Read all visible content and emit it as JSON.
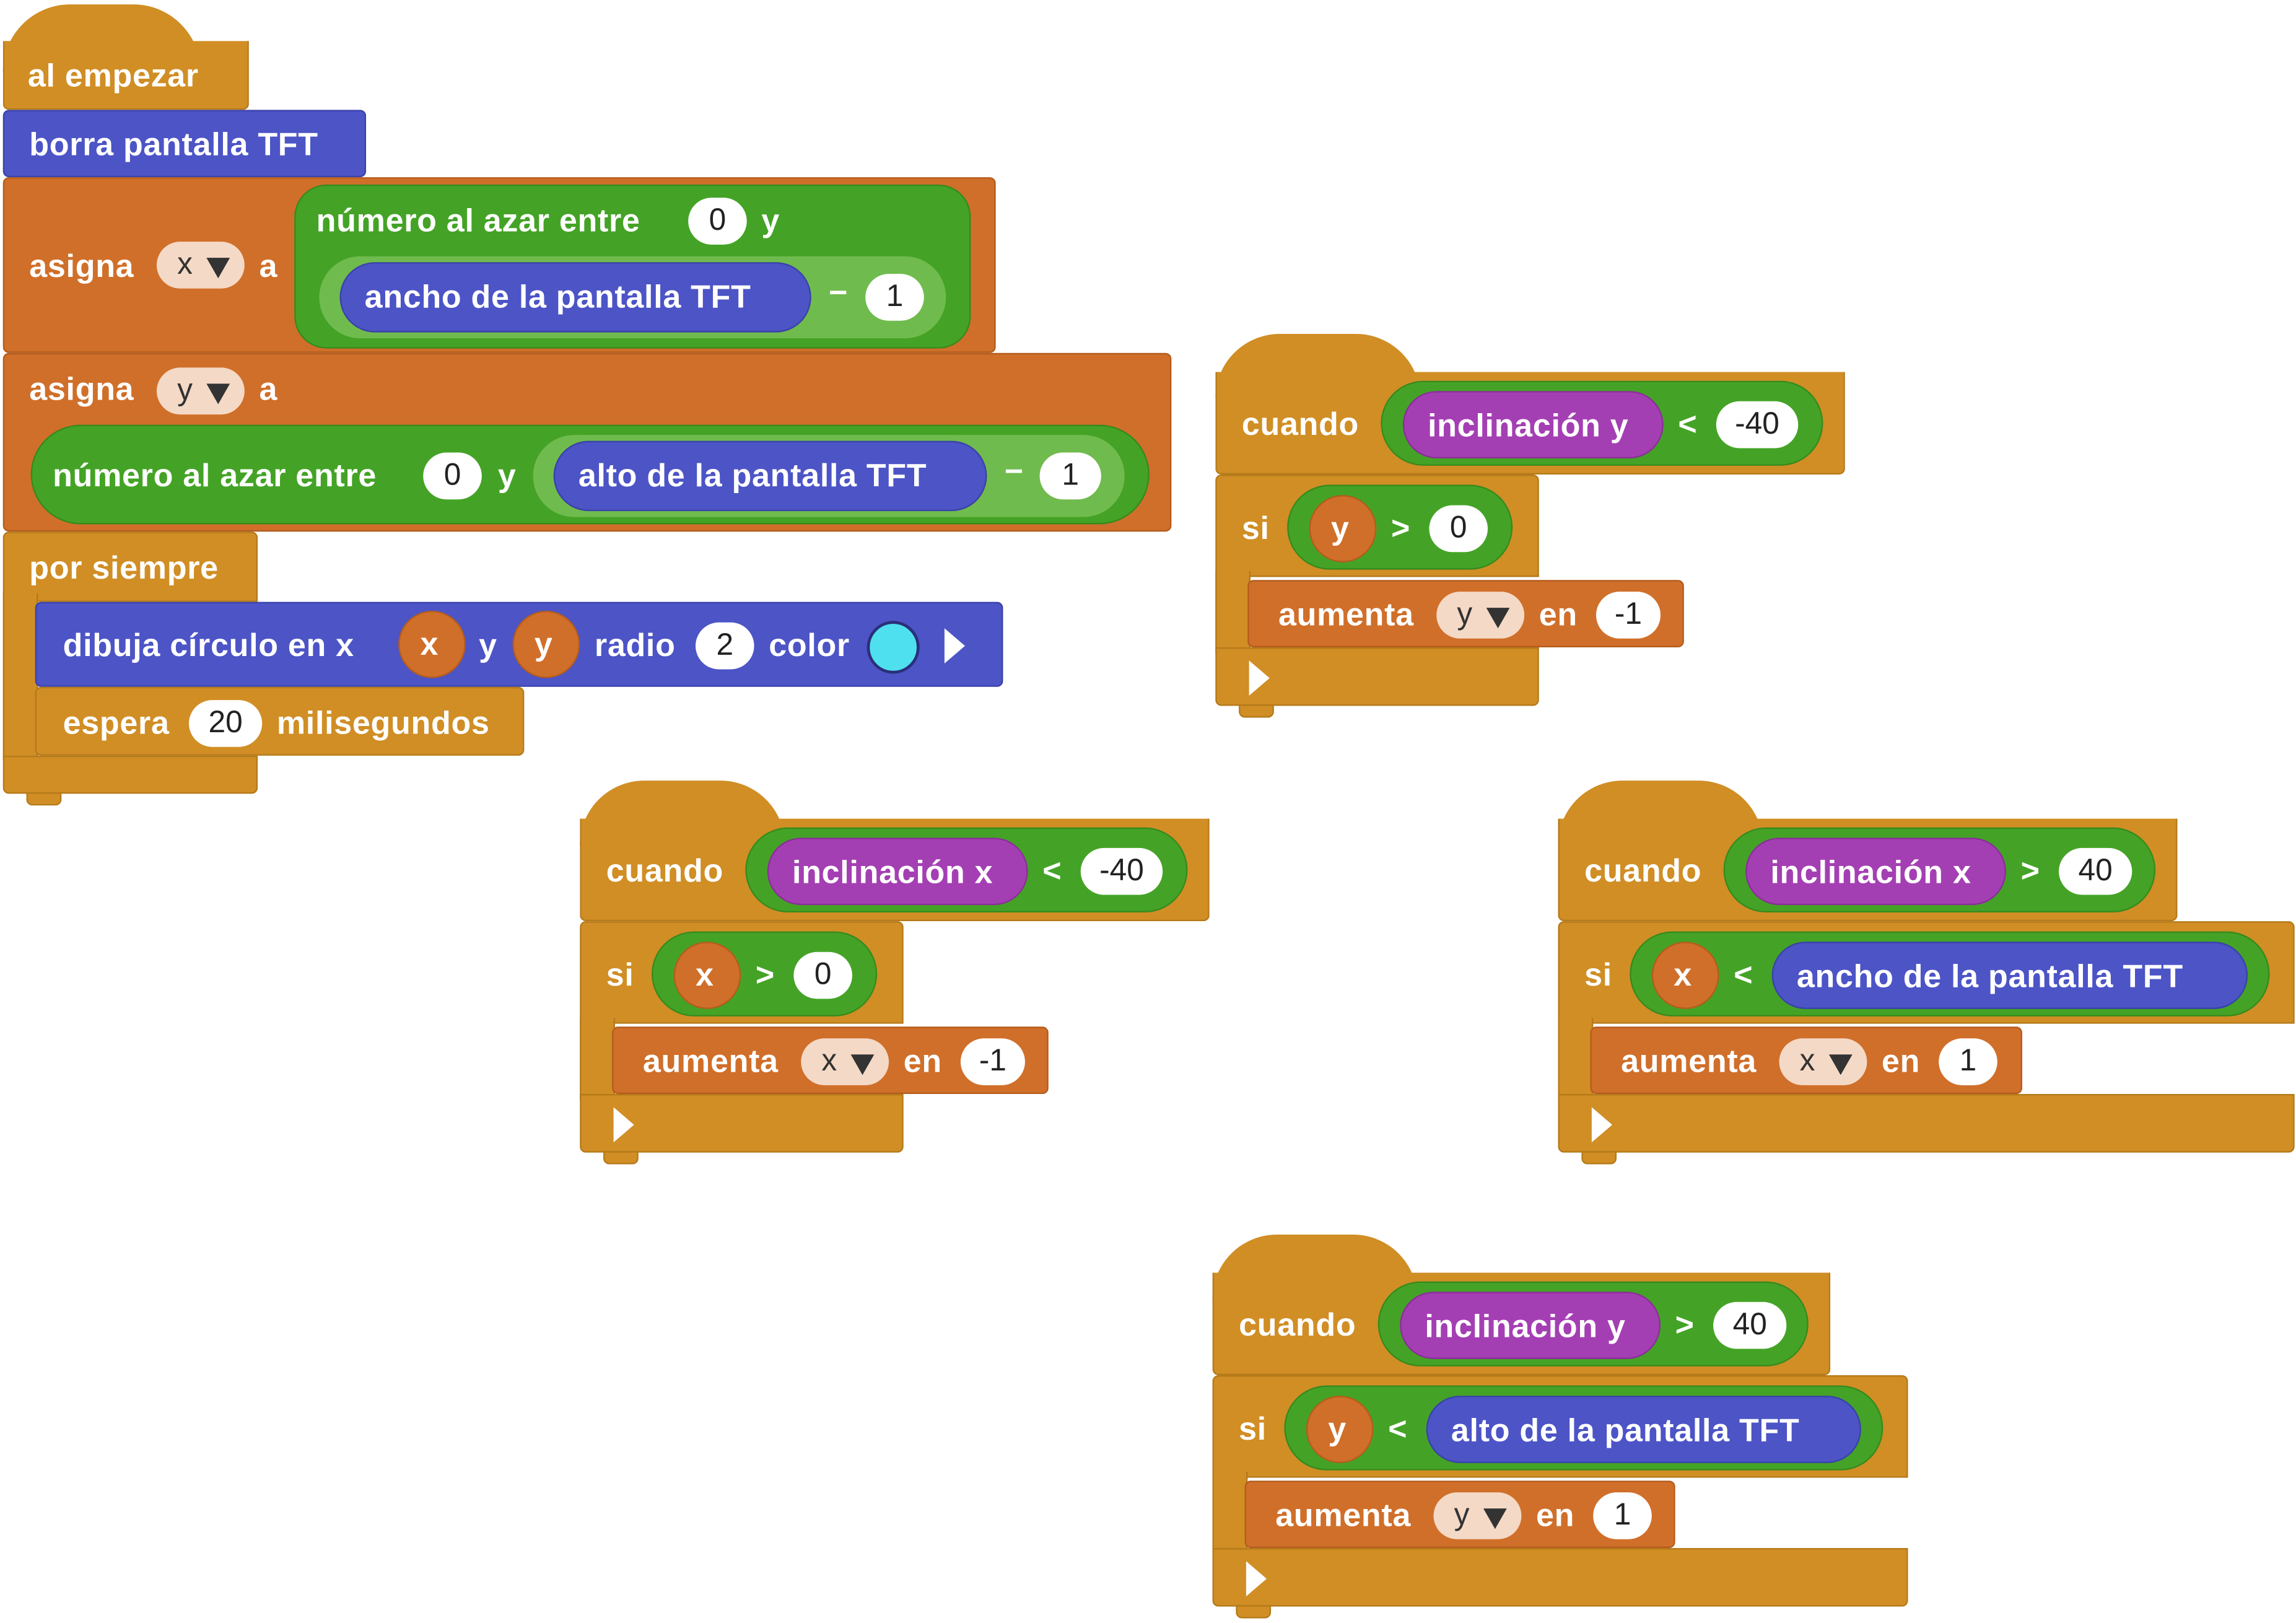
{
  "colors": {
    "control": "#d08e25",
    "variables": "#d06f2a",
    "tft": "#4c54c6",
    "math": "#44a326",
    "sensor": "#a43fb3",
    "circle_color": "#4ee0ee"
  },
  "start_script": {
    "hat_label": "al empezar",
    "clear_label": "borra pantalla TFT",
    "set_x": {
      "assign": "asigna",
      "var": "x",
      "to": "a",
      "random_label": "número al azar entre",
      "min": "0",
      "and": "y",
      "width_label": "ancho de la pantalla TFT",
      "minus": "−",
      "sub": "1"
    },
    "set_y": {
      "assign": "asigna",
      "var": "y",
      "to": "a",
      "random_label": "número al azar entre",
      "min": "0",
      "and": "y",
      "height_label": "alto de la pantalla TFT",
      "minus": "−",
      "sub": "1"
    },
    "forever_label": "por siempre",
    "draw": {
      "label": "dibuja círculo en x",
      "x": "x",
      "y_label": "y",
      "y": "y",
      "radius_label": "radio",
      "radius": "2",
      "color_label": "color"
    },
    "wait": {
      "label": "espera",
      "ms": "20",
      "unit": "milisegundos"
    }
  },
  "tilt_y_neg": {
    "when": "cuando",
    "sensor": "inclinación y",
    "op": "<",
    "value": "-40",
    "if": "si",
    "var": "y",
    "cmp": ">",
    "cmp_value": "0",
    "change": "aumenta",
    "change_var": "y",
    "by": "en",
    "amount": "-1"
  },
  "tilt_x_neg": {
    "when": "cuando",
    "sensor": "inclinación x",
    "op": "<",
    "value": "-40",
    "if": "si",
    "var": "x",
    "cmp": ">",
    "cmp_value": "0",
    "change": "aumenta",
    "change_var": "x",
    "by": "en",
    "amount": "-1"
  },
  "tilt_x_pos": {
    "when": "cuando",
    "sensor": "inclinación x",
    "op": ">",
    "value": "40",
    "if": "si",
    "var": "x",
    "cmp": "<",
    "cmp_label": "ancho de la pantalla TFT",
    "change": "aumenta",
    "change_var": "x",
    "by": "en",
    "amount": "1"
  },
  "tilt_y_pos": {
    "when": "cuando",
    "sensor": "inclinación y",
    "op": ">",
    "value": "40",
    "if": "si",
    "var": "y",
    "cmp": "<",
    "cmp_label": "alto de la pantalla TFT",
    "change": "aumenta",
    "change_var": "y",
    "by": "en",
    "amount": "1"
  }
}
